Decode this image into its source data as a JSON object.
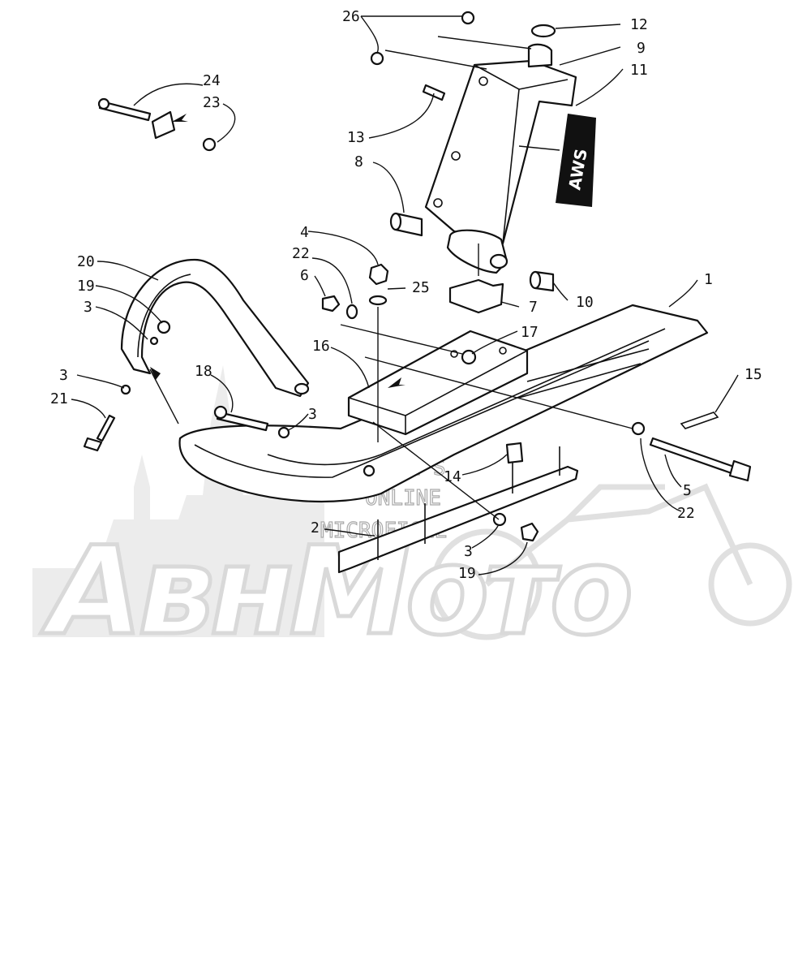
{
  "callouts": [
    {
      "id": "c26",
      "text": "26"
    },
    {
      "id": "c12",
      "text": "12"
    },
    {
      "id": "c9",
      "text": "9"
    },
    {
      "id": "c11",
      "text": "11"
    },
    {
      "id": "c24",
      "text": "24"
    },
    {
      "id": "c23",
      "text": "23"
    },
    {
      "id": "c13",
      "text": "13"
    },
    {
      "id": "c8",
      "text": "8"
    },
    {
      "id": "c4",
      "text": "4"
    },
    {
      "id": "c22a",
      "text": "22"
    },
    {
      "id": "c6",
      "text": "6"
    },
    {
      "id": "c25",
      "text": "25"
    },
    {
      "id": "c20",
      "text": "20"
    },
    {
      "id": "c19a",
      "text": "19"
    },
    {
      "id": "c3a",
      "text": "3"
    },
    {
      "id": "c1",
      "text": "1"
    },
    {
      "id": "c10",
      "text": "10"
    },
    {
      "id": "c7",
      "text": "7"
    },
    {
      "id": "c17",
      "text": "17"
    },
    {
      "id": "c16",
      "text": "16"
    },
    {
      "id": "c18",
      "text": "18"
    },
    {
      "id": "c3b",
      "text": "3"
    },
    {
      "id": "c21",
      "text": "21"
    },
    {
      "id": "c3c",
      "text": "3"
    },
    {
      "id": "c15",
      "text": "15"
    },
    {
      "id": "c14",
      "text": "14"
    },
    {
      "id": "c5",
      "text": "5"
    },
    {
      "id": "c22b",
      "text": "22"
    },
    {
      "id": "c2",
      "text": "2"
    },
    {
      "id": "c3d",
      "text": "3"
    },
    {
      "id": "c19b",
      "text": "19"
    }
  ],
  "decal_text": "AWS",
  "watermark": {
    "line1": "FILSM'S",
    "line2": "ONLINE",
    "line3": "MICROFICHE",
    "brand": "АвнМото"
  }
}
